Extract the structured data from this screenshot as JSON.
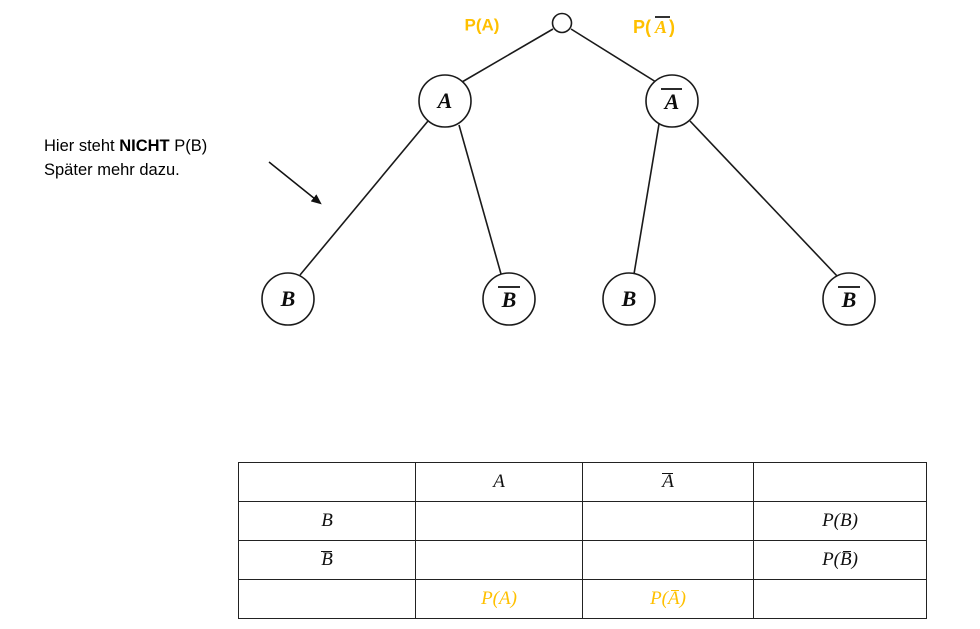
{
  "diagram": {
    "type": "probability-tree",
    "root": {
      "label": "",
      "shape": "small-circle"
    },
    "edge_labels": {
      "left": "P(A)",
      "right_prefix": "P(",
      "right_base": "A",
      "right_suffix": ")",
      "right_full": "P(A̅)"
    },
    "level1": [
      {
        "id": "node-a",
        "label": "A",
        "overline": false
      },
      {
        "id": "node-a-bar",
        "label": "A",
        "overline": true
      }
    ],
    "level2": [
      {
        "id": "node-b-1",
        "label": "B",
        "overline": false
      },
      {
        "id": "node-b-bar-1",
        "label": "B",
        "overline": true
      },
      {
        "id": "node-b-2",
        "label": "B",
        "overline": false
      },
      {
        "id": "node-b-bar-2",
        "label": "B",
        "overline": true
      }
    ]
  },
  "annotation": {
    "line1_pre": "Hier steht ",
    "line1_bold": "NICHT",
    "line1_post": " P(B)",
    "line2": "Später mehr dazu."
  },
  "table": {
    "rows": [
      {
        "cells": [
          {
            "text": "",
            "overline": false,
            "gold": false
          },
          {
            "text": "A",
            "overline": false,
            "gold": false
          },
          {
            "text": "A",
            "overline": true,
            "gold": false
          },
          {
            "text": "",
            "overline": false,
            "gold": false
          }
        ]
      },
      {
        "cells": [
          {
            "text": "B",
            "overline": false,
            "gold": false
          },
          {
            "text": "",
            "overline": false,
            "gold": false
          },
          {
            "text": "",
            "overline": false,
            "gold": false
          },
          {
            "text": "P(B)",
            "overline": false,
            "gold": false
          }
        ]
      },
      {
        "cells": [
          {
            "text": "B",
            "overline": true,
            "gold": false
          },
          {
            "text": "",
            "overline": false,
            "gold": false
          },
          {
            "text": "",
            "overline": false,
            "gold": false
          },
          {
            "text": "P(B)",
            "overline": "inner",
            "gold": false
          }
        ]
      },
      {
        "cells": [
          {
            "text": "",
            "overline": false,
            "gold": false
          },
          {
            "text": "P(A)",
            "overline": false,
            "gold": true
          },
          {
            "text": "P(A)",
            "overline": "inner",
            "gold": true
          },
          {
            "text": "",
            "overline": false,
            "gold": false
          }
        ]
      }
    ]
  },
  "colors": {
    "gold": "#FFC000",
    "ink": "#111111",
    "background": "#FFFFFF"
  }
}
